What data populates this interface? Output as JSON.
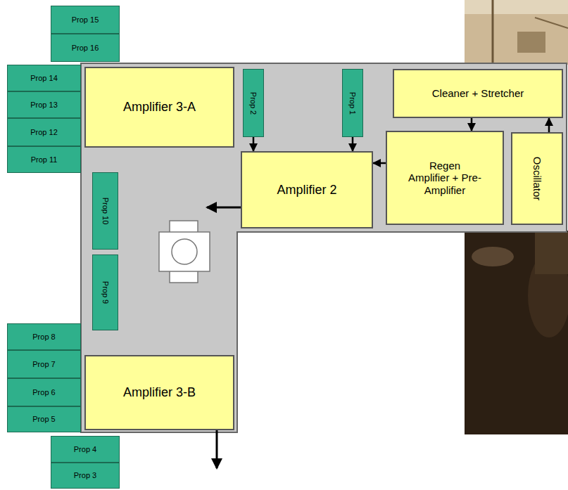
{
  "diagram": {
    "nodes": [
      {
        "text": [
          "Prop 15"
        ]
      },
      {
        "text": [
          "Prop 16"
        ]
      },
      {
        "text": [
          "Prop 14"
        ]
      },
      {
        "text": [
          "Amplifier 3-A"
        ]
      },
      {
        "text": [
          "Prop 2"
        ]
      },
      {
        "text": [
          "Prop 1"
        ]
      },
      {
        "text": [
          "Cleaner + Stretcher"
        ]
      },
      {
        "text": [
          "Prop 13"
        ]
      },
      {
        "text": [
          "Prop 12"
        ]
      },
      {
        "text": [
          "Regen Amplifier + Pre-Amplifier"
        ]
      },
      {
        "text": [
          "Oscillator"
        ]
      },
      {
        "text": [
          "Prop 11"
        ]
      },
      {
        "text": [
          "Amplifier 2"
        ]
      },
      {
        "text": [
          "Prop 10"
        ]
      },
      {
        "text": [
          "Prop 9"
        ]
      },
      {
        "text": [
          "Prop 8"
        ]
      },
      {
        "text": [
          "Prop 7"
        ]
      },
      {
        "text": [
          "Amplifier 3-B"
        ]
      },
      {
        "text": [
          "Prop 6"
        ]
      },
      {
        "text": [
          "Prop 5"
        ]
      },
      {
        "text": [
          "Prop 4"
        ]
      },
      {
        "text": [
          "Prop 3"
        ]
      }
    ],
    "edges": [
      {
        "from": 10,
        "to": 6,
        "arrow": "to"
      },
      {
        "from": 6,
        "to": 9,
        "arrow": "to"
      },
      {
        "from": 9,
        "to": 12,
        "arrow": "to"
      },
      {
        "from": 4,
        "to": 12,
        "arrow": "to"
      },
      {
        "from": 5,
        "to": 12,
        "arrow": "to"
      }
    ]
  }
}
